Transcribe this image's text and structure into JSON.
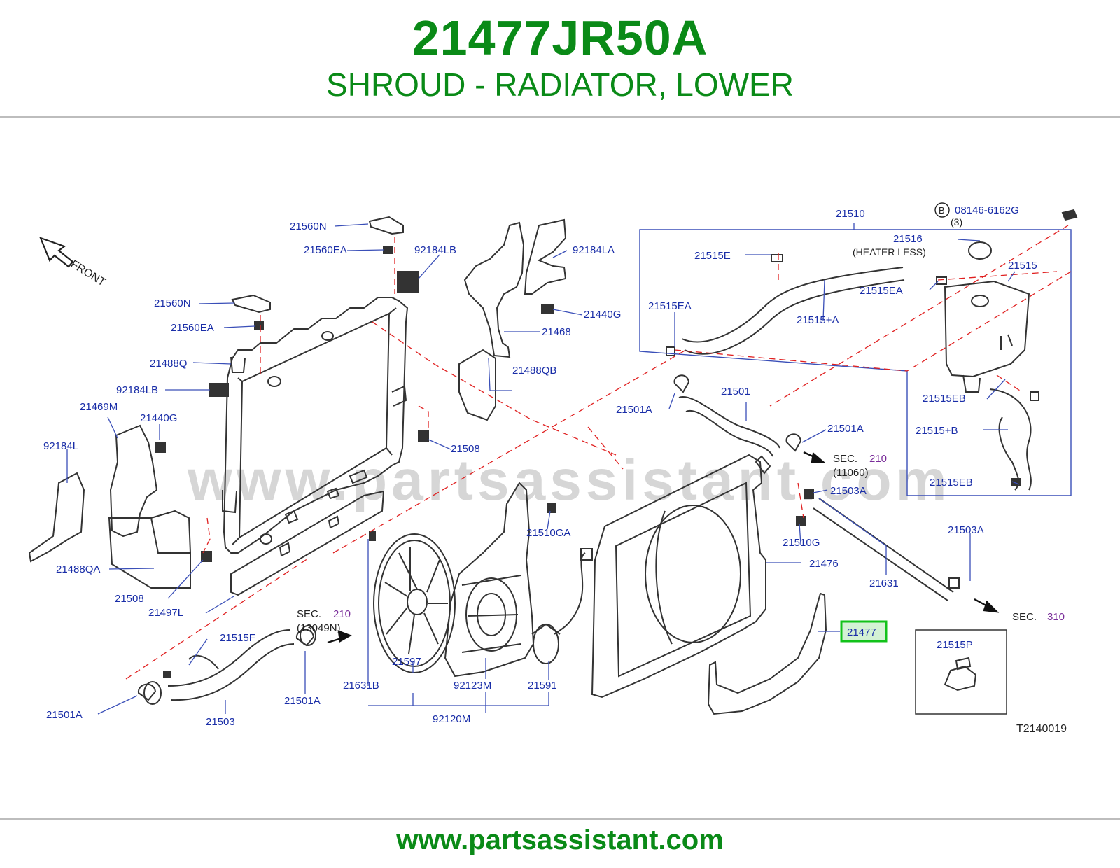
{
  "header": {
    "part_number": "21477JR50A",
    "description": "SHROUD - RADIATOR, LOWER"
  },
  "colors": {
    "title_green": "#0a8a17",
    "label_blue": "#1a2ea8",
    "section_purple": "#7a2d9a",
    "leader_blue": "#3a4fb8",
    "dash_red": "#e02020",
    "highlight_green": "#12c21a",
    "line_gray": "#3c3c3c",
    "watermark": "#d6d6d6"
  },
  "diagram": {
    "watermark": "www.partsassistant.com",
    "front_label": "FRONT",
    "reference_code": "T2140019",
    "bolt_marker": "B",
    "bolt_qty": "(3)",
    "heater_note": "(HEATER   LESS)",
    "labels": [
      "21560N",
      "21560EA",
      "92184LB",
      "21560N",
      "21560EA",
      "21488Q",
      "92184LB",
      "21469M",
      "21440G",
      "92184L",
      "21488QA",
      "21508",
      "21497L",
      "21508",
      "92184LA",
      "21440G",
      "21468",
      "21488QB",
      "21510",
      "08146-6162G",
      "21516",
      "21515E",
      "21515",
      "21515EA",
      "21515EA",
      "21515+A",
      "21501",
      "21501A",
      "21501A",
      "21515EB",
      "21515+B",
      "21515EB",
      "21503A",
      "21510GA",
      "21510G",
      "21476",
      "21503A",
      "21631",
      "21515F",
      "21501A",
      "21503",
      "21501A",
      "21631B",
      "21597",
      "92123M",
      "21591",
      "92120M",
      "21515P"
    ],
    "highlighted_part": "21477",
    "sections": [
      {
        "sec": "SEC.",
        "num": "210",
        "sub": "(11060)"
      },
      {
        "sec": "SEC.",
        "num": "210",
        "sub": "(13049N)"
      },
      {
        "sec": "SEC.",
        "num": "310",
        "sub": ""
      }
    ]
  },
  "footer": {
    "url": "www.partsassistant.com"
  }
}
